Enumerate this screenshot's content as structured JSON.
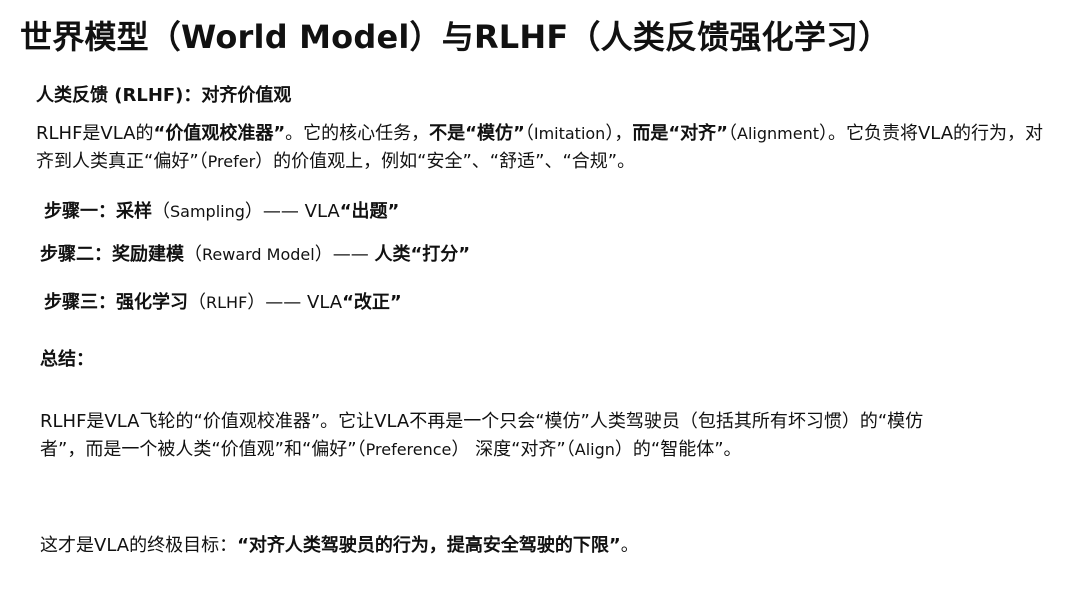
{
  "title": "世界模型（World Model）与RLHF（人类反馈强化学习）",
  "section": {
    "heading": "人类反馈 (RLHF)：对齐价值观"
  },
  "intro": {
    "p1": "RLHF是VLA的",
    "b1": "“价值观校准器”",
    "p2": "。它的核心任务，",
    "b2": "不是“模仿”",
    "p3": "（",
    "en1": "Imitation",
    "p4": "），",
    "b3": "而是“对齐”",
    "p5": "（",
    "en2": "Alignment",
    "p6": "）。它负责将VLA的行为，对齐到人类真正“偏好”（",
    "en3": "Prefer",
    "p7": "）的价值观上，例如“安全”、“舒适”、“合规”。"
  },
  "steps": [
    {
      "label": "步骤一：",
      "name": "采样",
      "open": "（",
      "en": "Sampling",
      "close": "）",
      "dash": "—— ",
      "actor": "VLA",
      "quote": "“出题”"
    },
    {
      "label": "步骤二：",
      "name": "奖励建模",
      "open": "（",
      "en": "Reward Model",
      "close": "）",
      "dash": "—— ",
      "actor": "人类",
      "quote": "“打分”"
    },
    {
      "label": "步骤三：",
      "name": "强化学习",
      "open": "（",
      "en": "RLHF",
      "close": "）",
      "dash": "—— ",
      "actor": "VLA",
      "quote": "“改正”"
    }
  ],
  "summary": {
    "label": "总结：",
    "p1": "RLHF是VLA飞轮的“价值观校准器”。它让VLA不再是一个只会“模仿”人类驾驶员（包括其所有坏习惯）的“模仿者”，而是一个被人类“价值观”和“偏好”（",
    "en1": "Preference",
    "p2": "） 深度“对齐”（",
    "en2": "Align",
    "p3": "）的“智能体”。"
  },
  "goal": {
    "prefix": "这才是VLA的终极目标：",
    "bold": "“对齐人类驾驶员的行为，提高安全驾驶的下限”",
    "suffix": "。"
  }
}
